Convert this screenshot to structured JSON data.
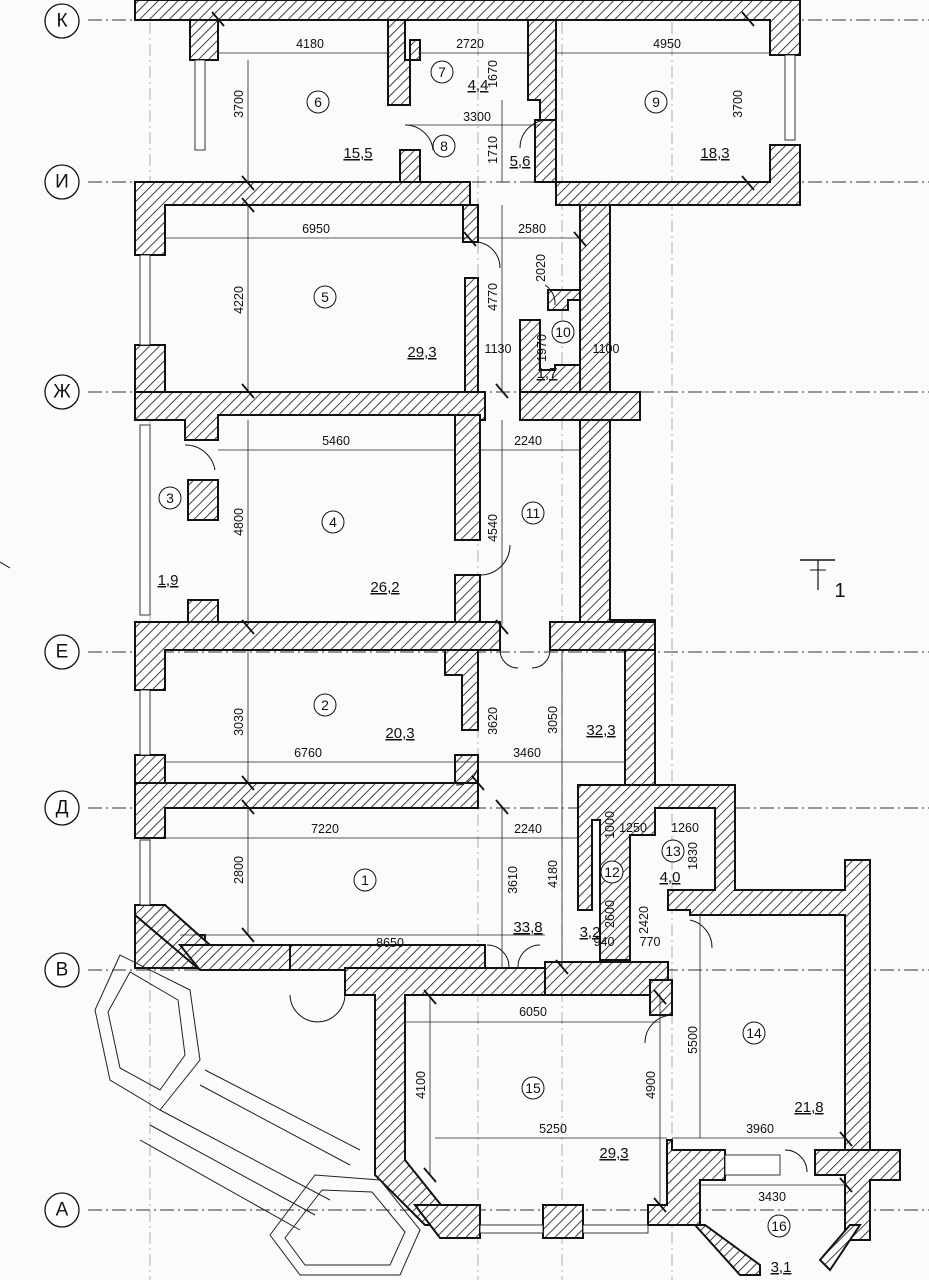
{
  "axes": [
    "К",
    "И",
    "Ж",
    "Е",
    "Д",
    "В",
    "А"
  ],
  "rooms": [
    {
      "num": "1",
      "area": "33,8"
    },
    {
      "num": "2",
      "area": "20,3"
    },
    {
      "num": "3",
      "area": "1,9"
    },
    {
      "num": "4",
      "area": "26,2"
    },
    {
      "num": "5",
      "area": "29,3"
    },
    {
      "num": "6",
      "area": "15,5"
    },
    {
      "num": "7",
      "area": "4,4"
    },
    {
      "num": "8",
      "area": "5,6"
    },
    {
      "num": "9",
      "area": "18,3"
    },
    {
      "num": "10",
      "area": "1,7"
    },
    {
      "num": "11",
      "area": "32,3"
    },
    {
      "num": "12",
      "area": "3,2"
    },
    {
      "num": "13",
      "area": "4,0"
    },
    {
      "num": "14",
      "area": "21,8"
    },
    {
      "num": "15",
      "area": "29,3"
    },
    {
      "num": "16",
      "area": "3,1"
    }
  ],
  "dimensions": [
    "4180",
    "2720",
    "4950",
    "3700",
    "1670",
    "3300",
    "3700",
    "1710",
    "6950",
    "2580",
    "4220",
    "2020",
    "4770",
    "1130",
    "1970",
    "1100",
    "5460",
    "2240",
    "4800",
    "4540",
    "3030",
    "6760",
    "3620",
    "3050",
    "3460",
    "7220",
    "2240",
    "1250",
    "1260",
    "1000",
    "1830",
    "2800",
    "3610",
    "4180",
    "2600",
    "2420",
    "8650",
    "940",
    "770",
    "6050",
    "5500",
    "4100",
    "4900",
    "5250",
    "3960",
    "3430"
  ],
  "section_mark": "1"
}
